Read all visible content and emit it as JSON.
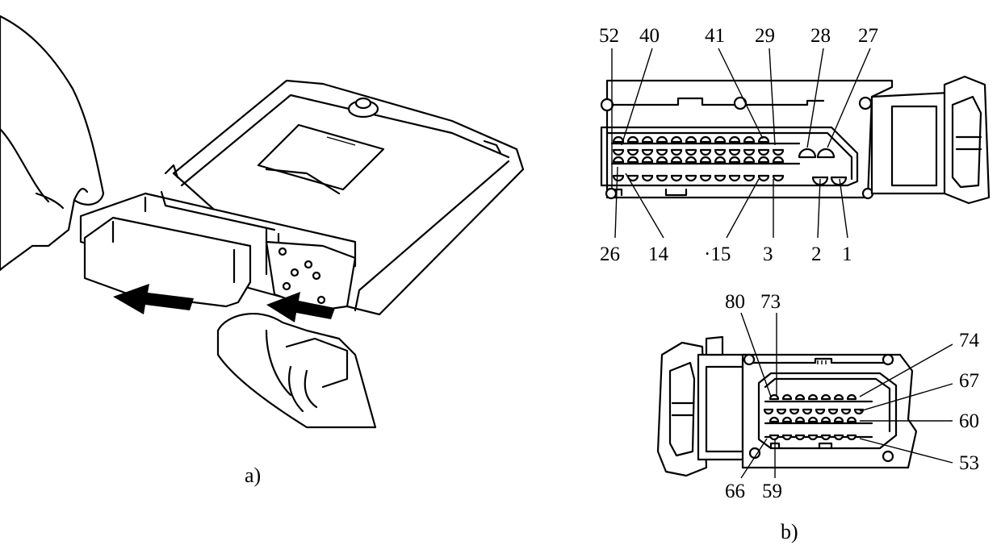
{
  "figure_a": {
    "caption": "a)"
  },
  "figure_b": {
    "caption": "b)",
    "connector_top": {
      "labels_top": [
        "52",
        "40",
        "41",
        "29",
        "28",
        "27"
      ],
      "labels_bottom": [
        "26",
        "14",
        "·15",
        "3",
        "2",
        "1"
      ]
    },
    "connector_bottom": {
      "labels_top": [
        "80",
        "73"
      ],
      "labels_right": [
        "74",
        "67",
        "60",
        "53"
      ],
      "labels_bottom": [
        "66",
        "59"
      ]
    }
  },
  "colors": {
    "line": "#000000",
    "background": "#ffffff"
  }
}
